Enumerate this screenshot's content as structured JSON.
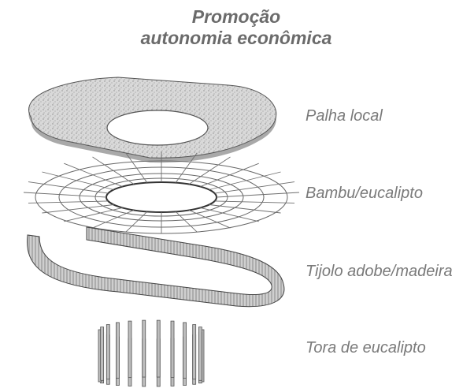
{
  "title": {
    "line1": "Promoção",
    "line2": "autonomia econômica"
  },
  "layers": [
    {
      "label": "Palha local"
    },
    {
      "label": "Bambu/eucalipto"
    },
    {
      "label": "Tijolo adobe/madeira"
    },
    {
      "label": "Tora de eucalipto"
    }
  ]
}
